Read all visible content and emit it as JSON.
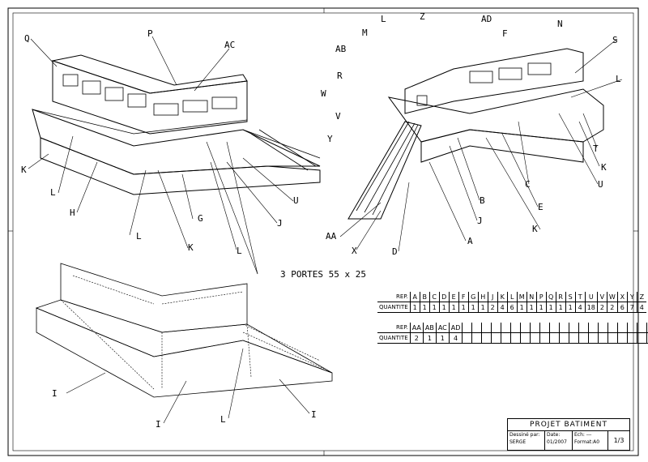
{
  "drawing": {
    "labels_view1": [
      "Q",
      "P",
      "AC",
      "K",
      "L",
      "H",
      "G",
      "L",
      "K",
      "L",
      "J",
      "U"
    ],
    "labels_view2": [
      "L",
      "Z",
      "AD",
      "M",
      "F",
      "N",
      "AB",
      "S",
      "R",
      "L",
      "W",
      "V",
      "Y",
      "T",
      "K",
      "U",
      "C",
      "E",
      "B",
      "J",
      "K",
      "AA",
      "X",
      "D",
      "A"
    ],
    "labels_view3": [
      "I",
      "I",
      "L",
      "I"
    ],
    "note": "3 PORTES 55 x 25"
  },
  "nomenclature": {
    "rep_label": "REP.",
    "qty_label": "QUANTITE",
    "row1": {
      "rep": [
        "A",
        "B",
        "C",
        "D",
        "E",
        "F",
        "G",
        "H",
        "J",
        "K",
        "L",
        "M",
        "N",
        "P",
        "Q",
        "R",
        "S",
        "T",
        "U",
        "V",
        "W",
        "X",
        "Y",
        "Z"
      ],
      "qty": [
        "1",
        "1",
        "1",
        "1",
        "1",
        "1",
        "1",
        "1",
        "2",
        "4",
        "6",
        "1",
        "1",
        "1",
        "1",
        "1",
        "1",
        "4",
        "18",
        "2",
        "2",
        "6",
        "7",
        "4"
      ]
    },
    "row2": {
      "rep": [
        "AA",
        "AB",
        "AC",
        "AD"
      ],
      "qty": [
        "2",
        "1",
        "1",
        "4"
      ]
    }
  },
  "title_block": {
    "title": "PROJET BATIMENT",
    "drawn_by_label": "Dessiné par:",
    "drawn_by": "SERGE",
    "date_label": "Date:",
    "date": "01/2007",
    "scale_label": "Ech:",
    "scale": "---",
    "format_label": "Format:",
    "format": "A0",
    "sheet": "1/3"
  }
}
